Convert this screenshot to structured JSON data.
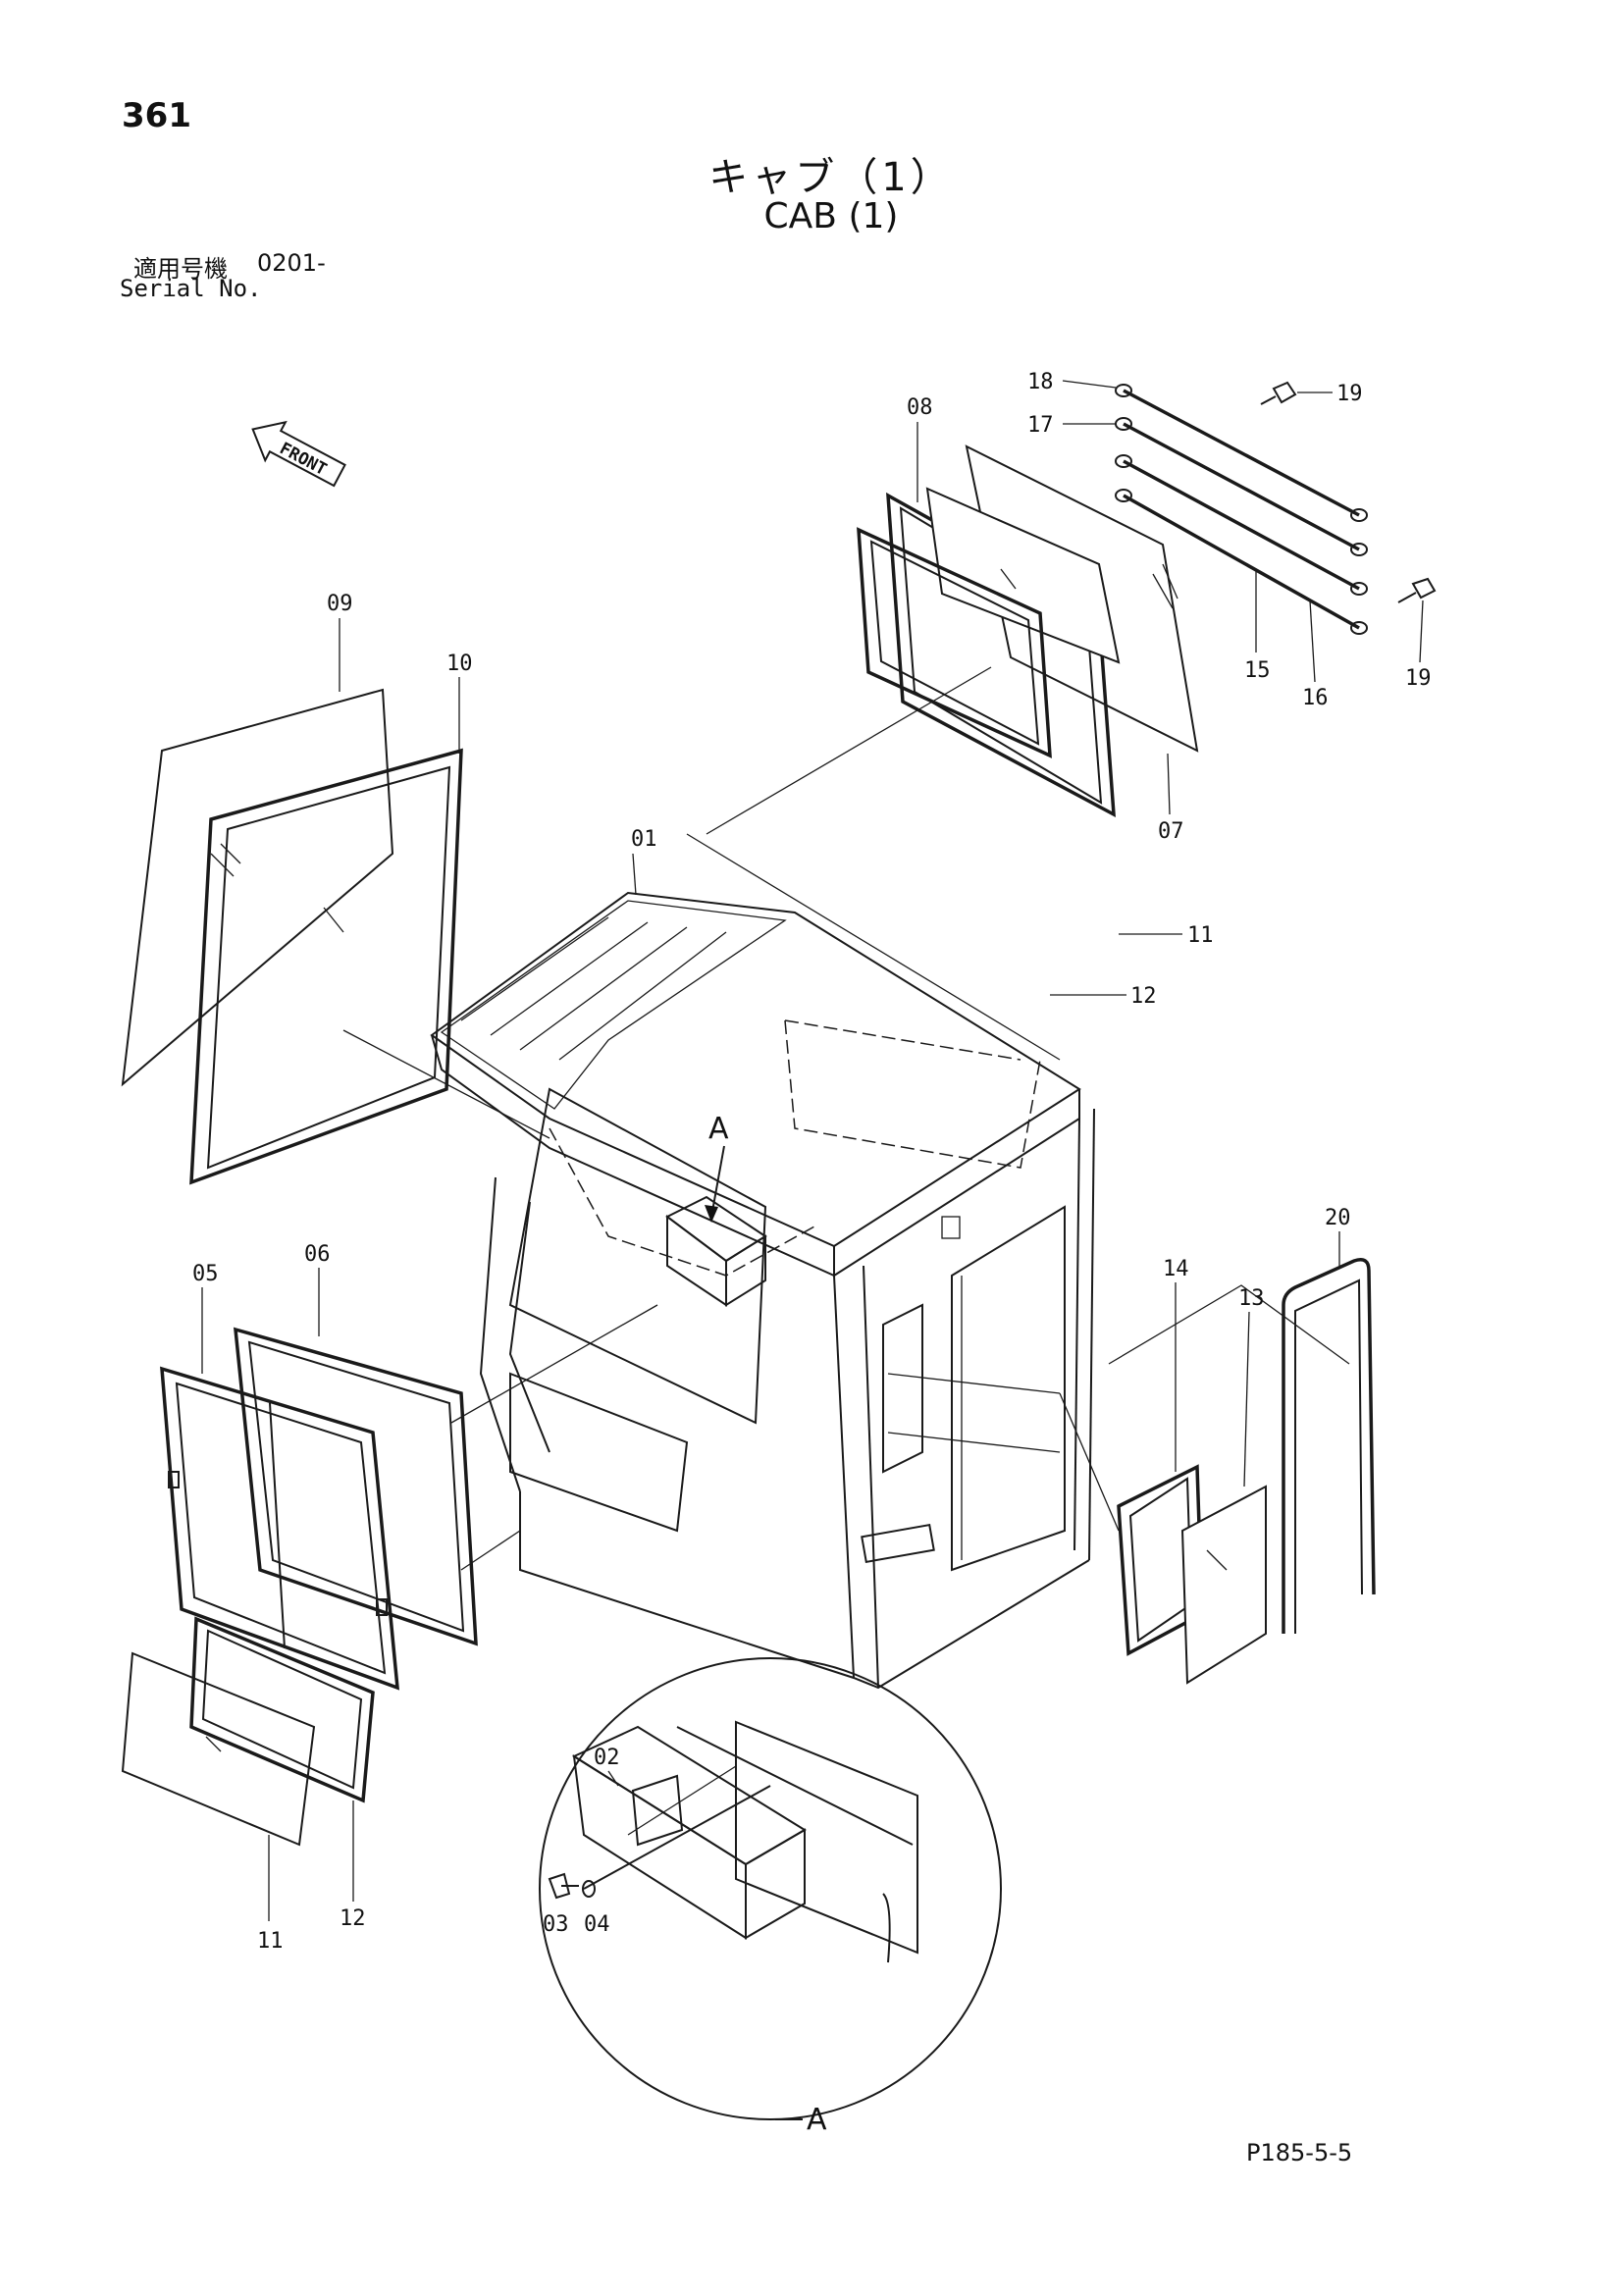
{
  "page_number": "361",
  "title_jp": "キャブ（1）",
  "title_en": "CAB (1)",
  "serial": {
    "label_jp": "適用号機",
    "value": "0201-",
    "label_en": "Serial No."
  },
  "front_label": "FRONT",
  "detail_label": "A",
  "page_code": "P185-5-5",
  "callouts": {
    "c01": "01",
    "c02": "02",
    "c03": "03",
    "c04": "04",
    "c05": "05",
    "c06": "06",
    "c07": "07",
    "c08": "08",
    "c09": "09",
    "c10": "10",
    "c11a": "11",
    "c11b": "11",
    "c12a": "12",
    "c12b": "12",
    "c13": "13",
    "c14": "14",
    "c15": "15",
    "c16": "16",
    "c17": "17",
    "c18": "18",
    "c19a": "19",
    "c19b": "19",
    "c20": "20"
  }
}
